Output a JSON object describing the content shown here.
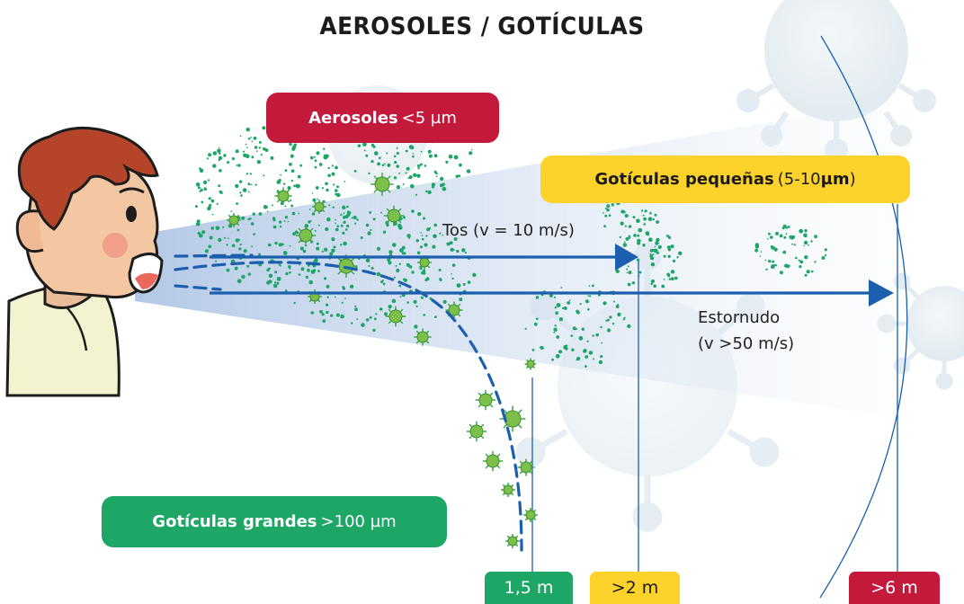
{
  "title": "AEROSOLES / GOTÍCULAS",
  "aerosoles": {
    "bold": "Aerosoles",
    "size": "<5 µm"
  },
  "goticulas_pequenas": {
    "bold": "Gotículas pequeñas",
    "size_open": "(5-10 ",
    "unit": "µm",
    "size_close": ")"
  },
  "goticulas_grandes": {
    "bold": "Gotículas grandes",
    "size": ">100 µm"
  },
  "tos_label": "Tos (v = 10 m/s)",
  "estornudo_label": "Estornudo",
  "estornudo_speed": "(v >50 m/s)",
  "distances": {
    "large": "1,5 m",
    "small": ">2 m",
    "aerosol": ">6 m"
  },
  "colors": {
    "red": "#c31a3c",
    "yellow": "#fdd22b",
    "green": "#1da665",
    "arrow_blue": "#1b5fae",
    "virus_green": "#3aa84a",
    "cone": "#c9d8ee"
  }
}
